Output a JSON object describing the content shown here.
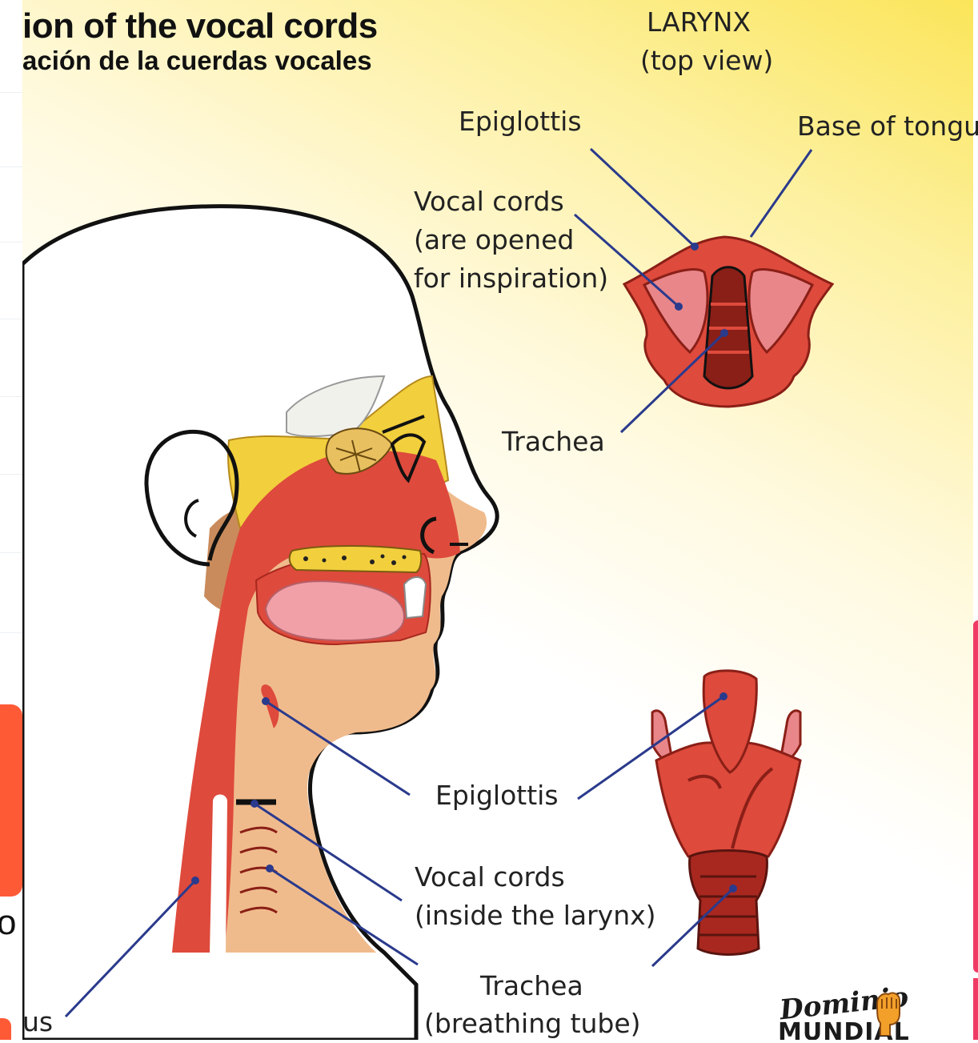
{
  "title": {
    "main": "ion of the vocal cords",
    "sub": "ación de la cuerdas vocales"
  },
  "larynx_top": {
    "heading": "LARYNX",
    "subheading": "(top view)"
  },
  "labels": {
    "epiglottis_top": "Epiglottis",
    "base_of_tongue": "Base of tongu",
    "vocal_cords_open_line1": "Vocal cords",
    "vocal_cords_open_line2": "(are opened",
    "vocal_cords_open_line3": "for inspiration)",
    "trachea_top": "Trachea",
    "epiglottis_side": "Epiglottis",
    "vocal_cords_inside_line1": "Vocal cords",
    "vocal_cords_inside_line2": "(inside the larynx)",
    "trachea_bottom_line1": "Trachea",
    "trachea_bottom_line2": "(breathing tube)",
    "esophagus_partial": "us"
  },
  "logo": {
    "line1": "Dominio",
    "line2": "MUNDIAL"
  },
  "edge": {
    "left_glyph": "o"
  },
  "colors": {
    "muscle_red": "#de4a3c",
    "dark_red": "#a8281f",
    "skin": "#f0bb8c",
    "bone_yellow": "#f2cf3d",
    "tongue_pink": "#f2a0a8",
    "leader_blue": "#2a3a8c",
    "accent_orange": "#ff5a36",
    "accent_pink": "#ef3b64"
  }
}
